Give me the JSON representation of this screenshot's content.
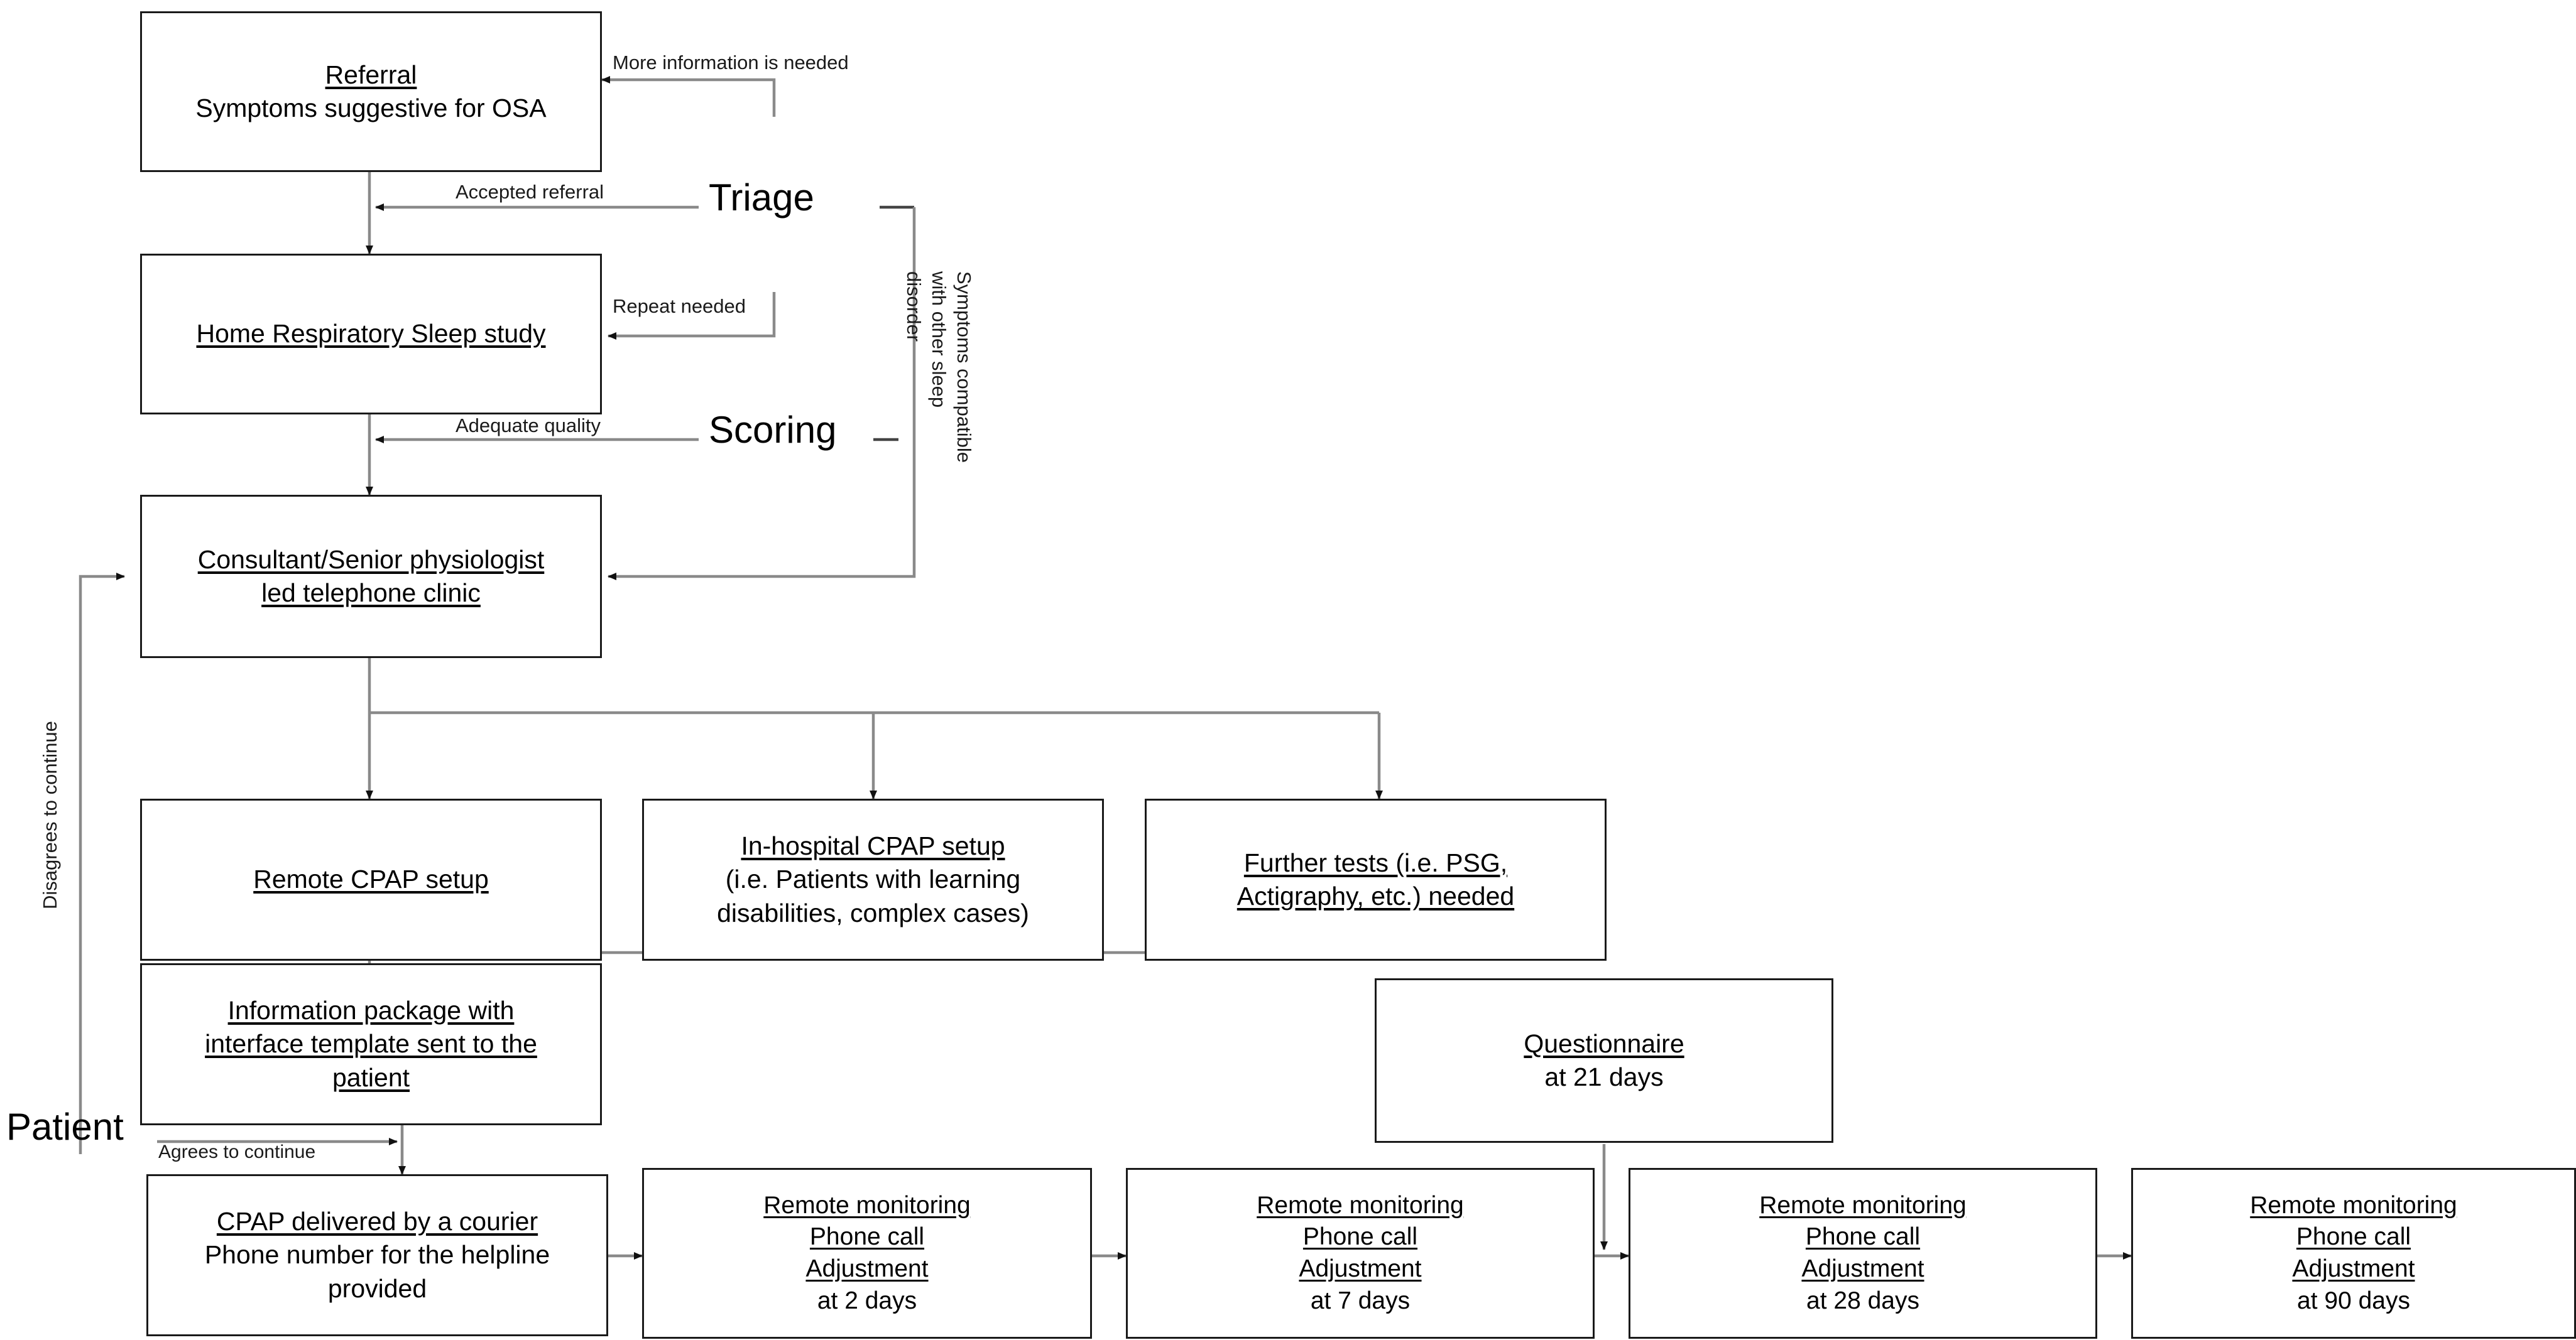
{
  "diagram": {
    "title": "OSA remote CPAP care pathway flowchart",
    "line_color": "#7a7a7a",
    "box_border_color": "#1a1a1a",
    "background": "#ffffff",
    "nodes": [
      {
        "id": "referral",
        "lines": [
          {
            "text": "Referral",
            "underline": true
          },
          {
            "text": "Symptoms suggestive for OSA",
            "underline": false
          }
        ]
      },
      {
        "id": "home-sleep-study",
        "lines": [
          {
            "text": "Home Respiratory Sleep study",
            "underline": true
          }
        ]
      },
      {
        "id": "telephone-clinic",
        "lines": [
          {
            "text": "Consultant/Senior physiologist",
            "underline": true
          },
          {
            "text": "led telephone clinic",
            "underline": true
          }
        ]
      },
      {
        "id": "remote-cpap-setup",
        "lines": [
          {
            "text": "Remote CPAP setup",
            "underline": true
          }
        ]
      },
      {
        "id": "in-hospital-cpap-setup",
        "lines": [
          {
            "text": "In-hospital CPAP setup",
            "underline": true
          },
          {
            "text": "(i.e. Patients with learning",
            "underline": false
          },
          {
            "text": "disabilities, complex cases)",
            "underline": false
          }
        ]
      },
      {
        "id": "further-tests",
        "lines": [
          {
            "text": "Further tests (i.e. PSG,",
            "underline": true
          },
          {
            "text": "Actigraphy, etc.) needed",
            "underline": true
          }
        ]
      },
      {
        "id": "information-package",
        "lines": [
          {
            "text": "Information package with",
            "underline": true
          },
          {
            "text": "interface template sent to the",
            "underline": true
          },
          {
            "text": "patient",
            "underline": true
          }
        ]
      },
      {
        "id": "questionnaire-21-days",
        "lines": [
          {
            "text": "Questionnaire",
            "underline": true
          },
          {
            "text": "at 21 days",
            "underline": false
          }
        ]
      },
      {
        "id": "cpap-delivered",
        "lines": [
          {
            "text": "CPAP delivered by a courier",
            "underline": true
          },
          {
            "text": "Phone number for the helpline",
            "underline": false
          },
          {
            "text": "provided",
            "underline": false
          }
        ]
      },
      {
        "id": "remote-monitoring-2-days",
        "lines": [
          {
            "text": "Remote monitoring",
            "underline": true
          },
          {
            "text": "Phone call",
            "underline": true
          },
          {
            "text": "Adjustment",
            "underline": true
          },
          {
            "text": "at 2 days",
            "underline": false
          }
        ]
      },
      {
        "id": "remote-monitoring-7-days",
        "lines": [
          {
            "text": "Remote monitoring",
            "underline": true
          },
          {
            "text": "Phone call",
            "underline": true
          },
          {
            "text": "Adjustment",
            "underline": true
          },
          {
            "text": "at 7 days",
            "underline": false
          }
        ]
      },
      {
        "id": "remote-monitoring-28-days",
        "lines": [
          {
            "text": "Remote monitoring",
            "underline": true
          },
          {
            "text": "Phone call",
            "underline": true
          },
          {
            "text": "Adjustment",
            "underline": true
          },
          {
            "text": "at 28 days",
            "underline": false
          }
        ]
      },
      {
        "id": "remote-monitoring-90-days",
        "lines": [
          {
            "text": "Remote monitoring",
            "underline": true
          },
          {
            "text": "Phone call",
            "underline": true
          },
          {
            "text": "Adjustment",
            "underline": true
          },
          {
            "text": "at 90 days",
            "underline": false
          }
        ]
      }
    ],
    "edge_labels": {
      "more_information": "More information is needed",
      "accepted_referral": "Accepted referral",
      "repeat_needed": "Repeat needed",
      "adequate_quality": "Adequate quality",
      "symptoms_other_disorder_l1": "Symptoms compatible",
      "symptoms_other_disorder_l2": "with other sleep",
      "symptoms_other_disorder_l3": "disorder",
      "disagrees_to_continue": "Disagrees to continue",
      "agrees_to_continue": "Agrees to continue"
    },
    "stage_labels": {
      "triage": "Triage",
      "scoring": "Scoring",
      "patient": "Patient"
    }
  }
}
